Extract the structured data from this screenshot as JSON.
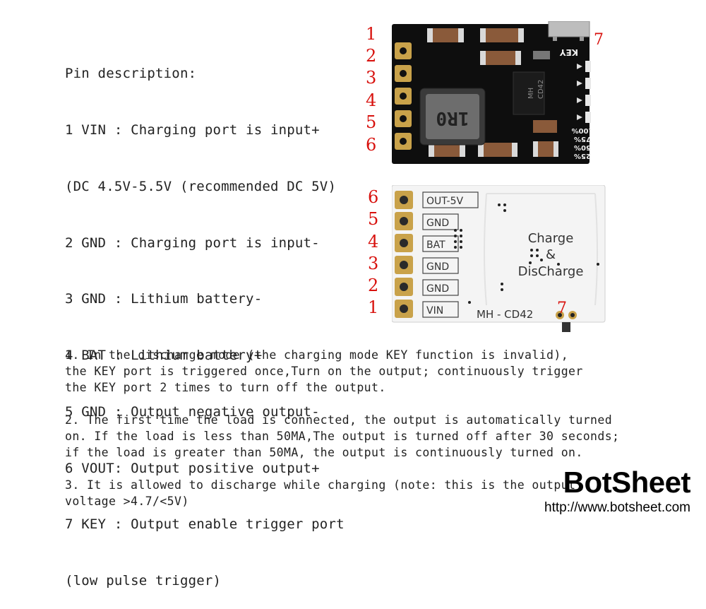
{
  "pin_description": {
    "lines": [
      "Pin description:",
      "1 VIN : Charging port is input+",
      "(DC 4.5V-5.5V (recommended DC 5V)",
      "2 GND : Charging port is input-",
      "3 GND : Lithium battery-",
      "4 BAT : Lithium battery+",
      "5 GND : Output negative output-",
      "6 VOUT: Output positive output+",
      "7 KEY : Output enable trigger port",
      "(low pulse trigger)"
    ]
  },
  "notes": [
    "1. In the discharge mode (the charging mode KEY function is invalid),\nthe KEY port is triggered once,Turn on the output; continuously trigger\nthe KEY port 2 times to turn off the output.",
    "2. The first time the load is connected, the output is automatically turned\non. If the load is less than 50MA,The output is turned off after 30 seconds;\nif the load is greater than 50MA, the output is continuously turned on.",
    "3. It is allowed to discharge while charging (note: this is the output\nvoltage >4.7/<5V)"
  ],
  "top_board": {
    "pin_numbers": [
      "1",
      "2",
      "3",
      "4",
      "5",
      "6"
    ],
    "key_number": "7",
    "inductor_label": "1R0",
    "chip_label_line1": "MH",
    "chip_label_line2": "CD42",
    "key_label": "KEY",
    "level_labels": [
      "100%",
      "75%",
      "50%",
      "25%"
    ]
  },
  "bottom_board": {
    "pin_numbers": [
      "6",
      "5",
      "4",
      "3",
      "2",
      "1"
    ],
    "key_number": "7",
    "pin_labels": [
      "OUT-5V",
      "GND",
      "BAT",
      "GND",
      "GND",
      "VIN"
    ],
    "title_line1": "Charge",
    "title_line2": "&",
    "title_line3": "DisCharge",
    "model_label": "MH - CD42"
  },
  "logo": {
    "name": "BotSheet",
    "url": "http://www.botsheet.com"
  },
  "colors": {
    "pcb_black": "#0e0e0e",
    "pcb_white": "#f4f4f4",
    "pin_red": "#d8120e",
    "solder_gold": "#c9a24a",
    "led_white": "#e8e8e8"
  }
}
